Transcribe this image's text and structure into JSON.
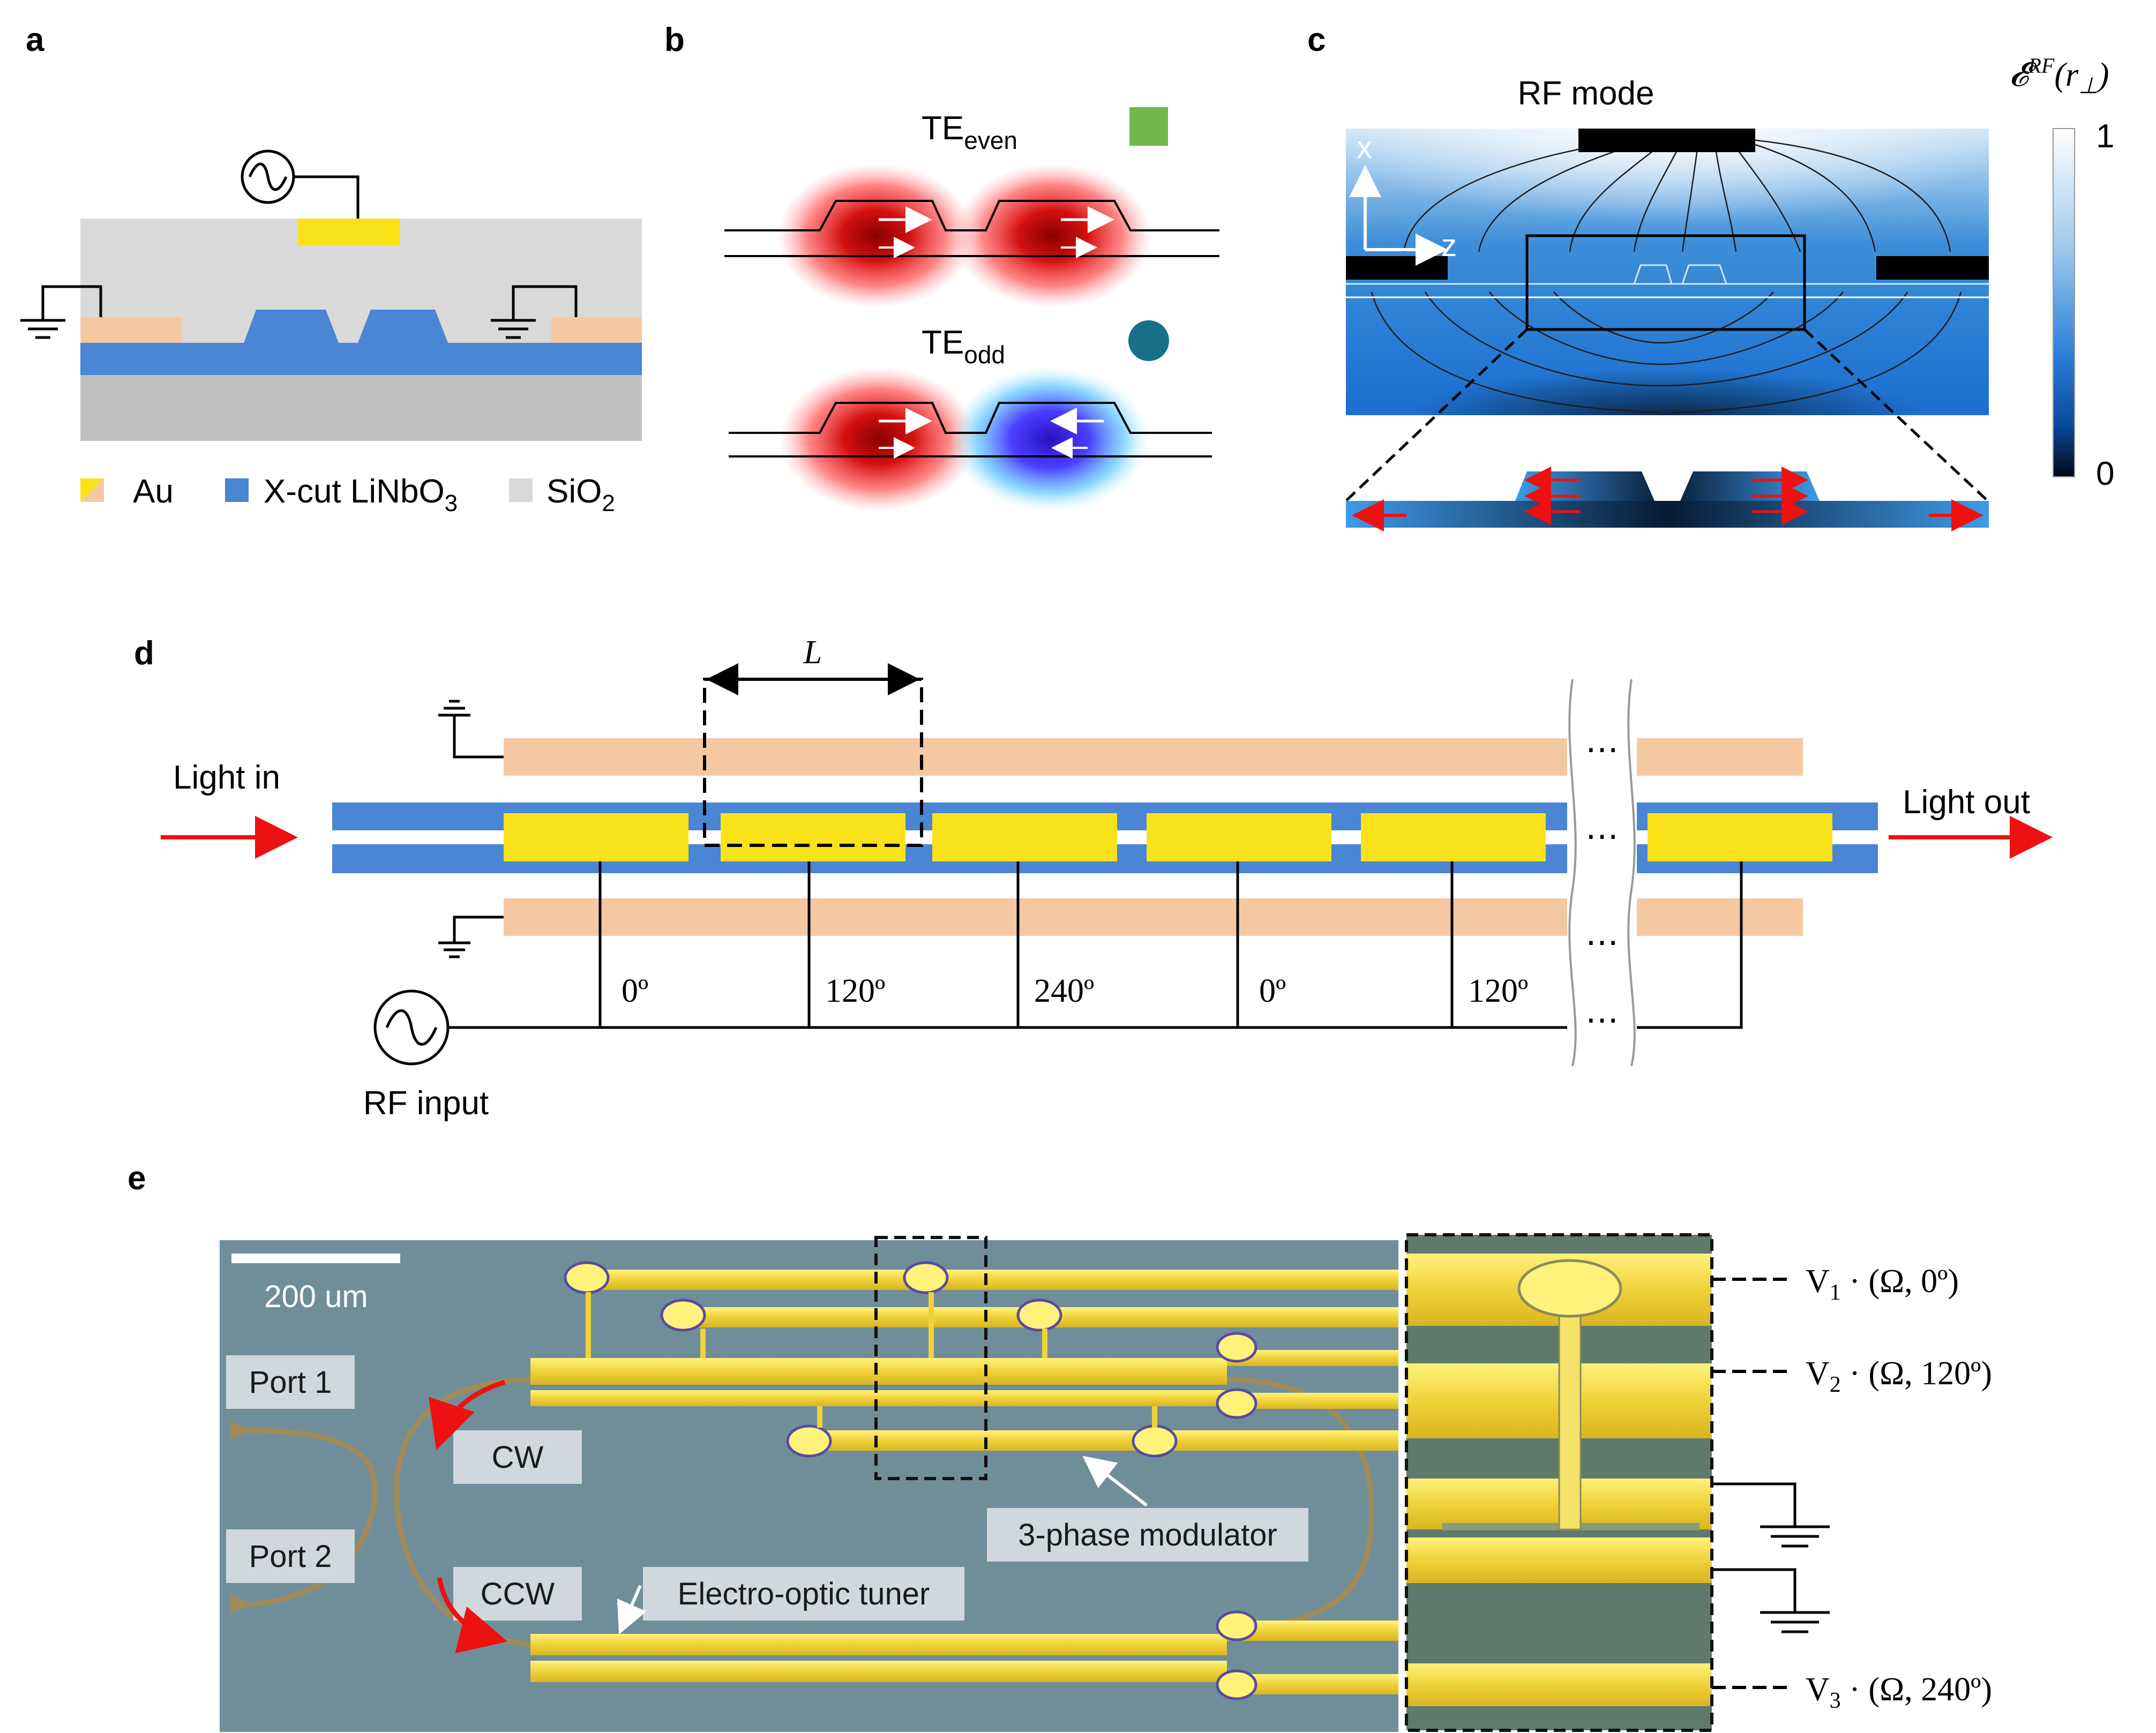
{
  "colors": {
    "gold_left": "#f4c9a2",
    "gold_signal": "#fae21a",
    "linbo3": "#4a86d4",
    "sio2": "#d9d9d9",
    "te_even_swatch": "#70b84a",
    "te_odd_swatch": "#176f8a",
    "red_arrow": "#ee1111",
    "micro_bg": "#6f8e9a",
    "tag_bg": "#cfd8dc"
  },
  "panels": {
    "a": "a",
    "b": "b",
    "c": "c",
    "d": "d",
    "e": "e"
  },
  "panel_a": {
    "legend": [
      {
        "label": "Au",
        "icon": "au-swatch"
      },
      {
        "label_main": "X-cut LiNbO",
        "label_sub": "3",
        "icon": "linbo3-swatch"
      },
      {
        "label_main": "SiO",
        "label_sub": "2",
        "icon": "sio2-swatch"
      }
    ]
  },
  "panel_b": {
    "modes": [
      {
        "main": "TE",
        "sub": "even",
        "symbol": "green-square"
      },
      {
        "main": "TE",
        "sub": "odd",
        "symbol": "teal-circle"
      }
    ]
  },
  "panel_c": {
    "title": "RF mode",
    "axis_x": "x",
    "axis_z": "z",
    "colorbar": {
      "label": "𝓔",
      "label_sup": "RF",
      "label_arg": "(r",
      "label_arg_sub": "⊥",
      "label_close": ")",
      "max": "1",
      "min": "0"
    }
  },
  "panel_d": {
    "length_label": "L",
    "light_in": "Light in",
    "light_out": "Light out",
    "rf_input": "RF input",
    "ellipsis": "⋯",
    "phases": [
      "0º",
      "120º",
      "240º",
      "0º",
      "120º"
    ]
  },
  "panel_e": {
    "scale_bar": "200 um",
    "port1": "Port 1",
    "port2": "Port 2",
    "cw": "CW",
    "ccw": "CCW",
    "eo_tuner": "Electro-optic tuner",
    "modulator": "3-phase modulator",
    "voltages": [
      {
        "v": "V",
        "sub": "1",
        "rest": " · (Ω, 0º)"
      },
      {
        "v": "V",
        "sub": "2",
        "rest": " · (Ω, 120º)"
      },
      {
        "v": "V",
        "sub": "3",
        "rest": " · (Ω, 240º)"
      }
    ]
  }
}
